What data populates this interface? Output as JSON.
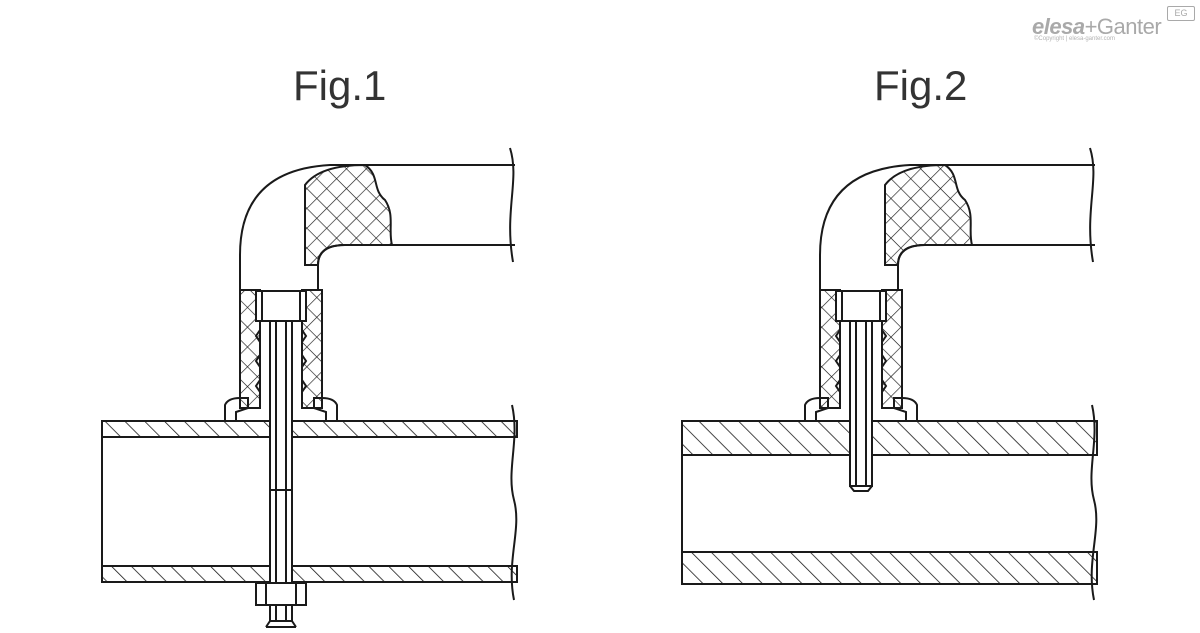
{
  "logo": {
    "brand": "elesa",
    "plus": "+",
    "ganter": "Ganter",
    "copyright": "©Copyright | elesa-ganter.com",
    "badge": "EG"
  },
  "figures": [
    {
      "title": "Fig.1"
    },
    {
      "title": "Fig.2"
    }
  ],
  "colors": {
    "line": "#1a1a1a",
    "logo": "#a9a9a9"
  }
}
